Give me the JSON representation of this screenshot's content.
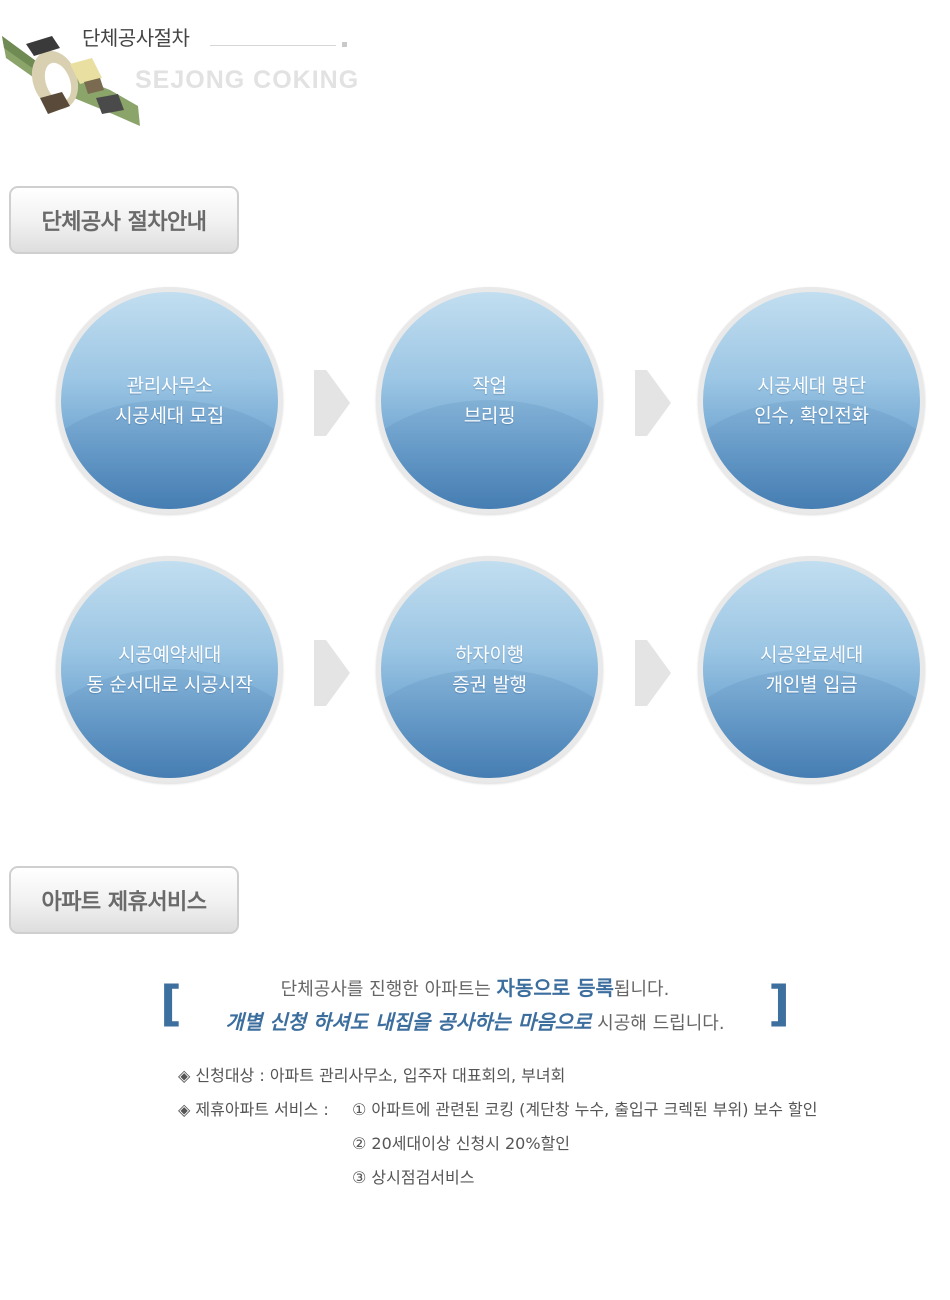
{
  "header": {
    "title": "단체공사절차",
    "brand": "SEJONG COKING"
  },
  "sections": {
    "procedure_tab": "단체공사 절차안내",
    "service_tab": "아파트 제휴서비스"
  },
  "steps": [
    {
      "line1": "관리사무소",
      "line2": "시공세대 모집"
    },
    {
      "line1": "작업",
      "line2": "브리핑"
    },
    {
      "line1": "시공세대 명단",
      "line2": "인수, 확인전화"
    },
    {
      "line1": "시공예약세대",
      "line2": "동 순서대로 시공시작"
    },
    {
      "line1": "하자이행",
      "line2": "증권 발행"
    },
    {
      "line1": "시공완료세대",
      "line2": "개인별 입금"
    }
  ],
  "notice": {
    "line1_pre": "단체공사를 진행한 아파트는 ",
    "line1_highlight": "자동으로 등록",
    "line1_post": "됩니다.",
    "line2_highlight": "개별 신청 하셔도 내집을 공사하는 마음으로",
    "line2_post": " 시공해 드립니다."
  },
  "info": {
    "target": "◈ 신청대상 : 아파트 관리사무소, 입주자 대표회의, 부녀회",
    "service_label": "◈ 제휴아파트 서비스 :",
    "services": [
      "① 아파트에 관련된 코킹 (계단창 누수, 출입구 크렉된 부위) 보수 할인",
      "② 20세대이상 신청시 20%할인",
      "③ 상시점검서비스"
    ]
  }
}
